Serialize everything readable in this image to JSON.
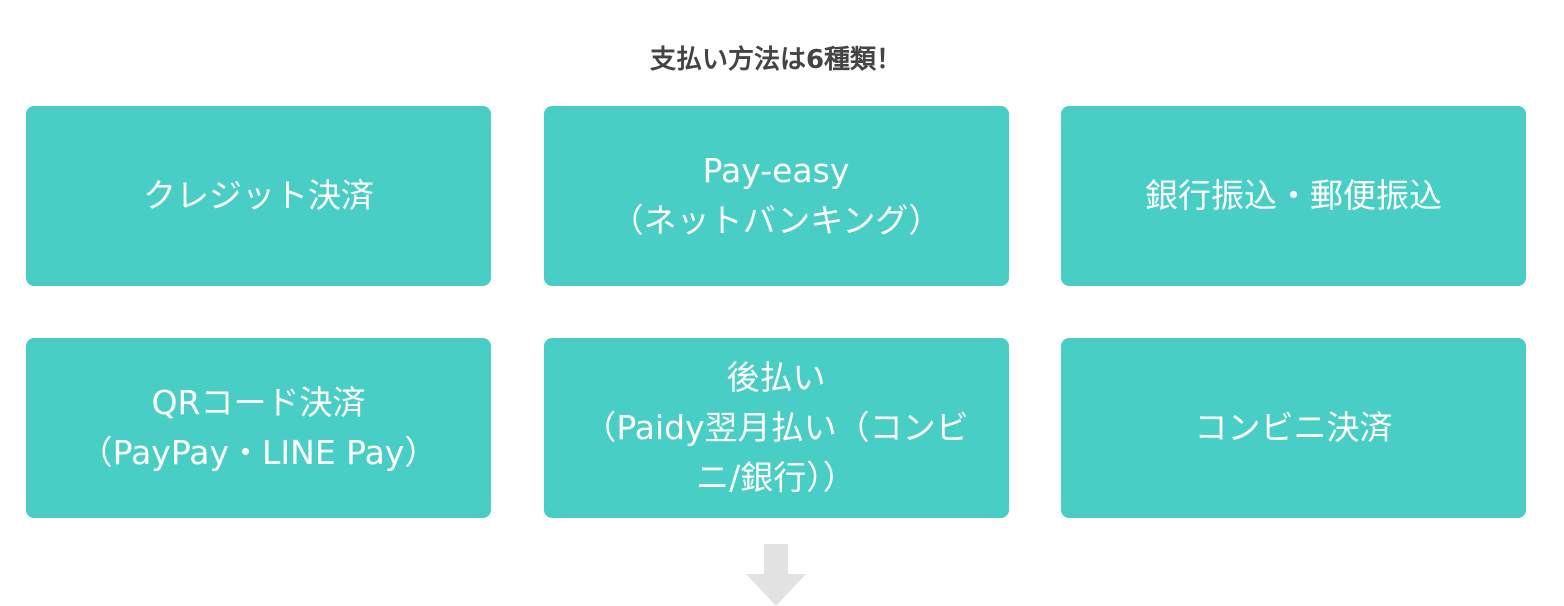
{
  "heading": "支払い方法は6種類！",
  "colors": {
    "card_background": "#48cec4",
    "card_text": "#ffffff",
    "heading_text": "#444444",
    "arrow": "#e2e2e2"
  },
  "payment_methods": [
    {
      "lines": [
        "クレジット決済"
      ]
    },
    {
      "lines": [
        "Pay-easy",
        "（ネットバンキング）"
      ]
    },
    {
      "lines": [
        "銀行振込・郵便振込"
      ]
    },
    {
      "lines": [
        "QRコード決済",
        "（PayPay・LINE Pay）"
      ]
    },
    {
      "lines": [
        "後払い",
        "（Paidy翌月払い（コンビ",
        "ニ/銀行））"
      ]
    },
    {
      "lines": [
        "コンビニ決済"
      ]
    }
  ],
  "arrow_icon": "down-arrow-icon"
}
